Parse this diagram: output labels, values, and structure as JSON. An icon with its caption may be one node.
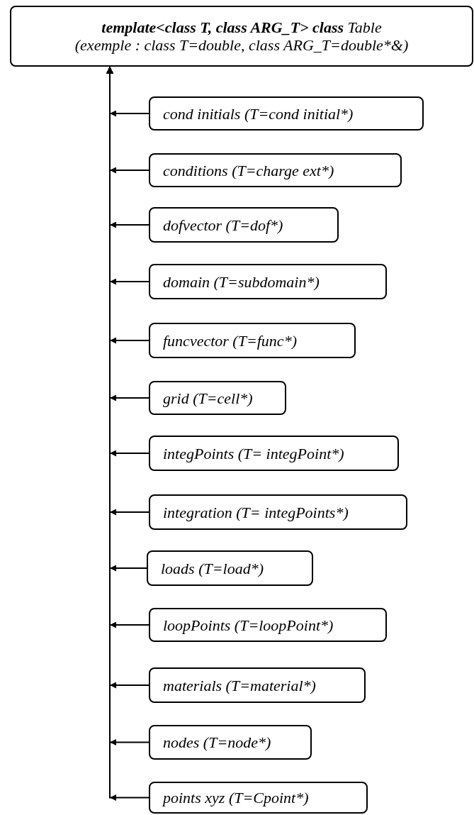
{
  "diagram": {
    "nodes": [
      {
        "text": [
          "**template<class T, class ARG_T> class** Table",
          "(exemple : class T=double, class ARG_T=double*&)"
        ]
      },
      {
        "text": [
          "cond initials (T=cond initial*)"
        ]
      },
      {
        "text": [
          "conditions (T=charge ext*)"
        ]
      },
      {
        "text": [
          "dofvector (T=dof*)"
        ]
      },
      {
        "text": [
          "domain (T=subdomain*)"
        ]
      },
      {
        "text": [
          "funcvector (T=func*)"
        ]
      },
      {
        "text": [
          "grid (T=cell*)"
        ]
      },
      {
        "text": [
          "integPoints (T= integPoint*)"
        ]
      },
      {
        "text": [
          "integration (T= integPoints*)"
        ]
      },
      {
        "text": [
          "loads (T=load*)"
        ]
      },
      {
        "text": [
          "loopPoints (T=loopPoint*)"
        ]
      },
      {
        "text": [
          "materials (T=material*)"
        ]
      },
      {
        "text": [
          "nodes (T=node*)"
        ]
      },
      {
        "text": [
          "points xyz (T=Cpoint*)"
        ]
      }
    ],
    "edges": [
      {
        "from": 1,
        "to": 0,
        "arrow": "to"
      },
      {
        "from": 2,
        "to": 0,
        "arrow": "to"
      },
      {
        "from": 3,
        "to": 0,
        "arrow": "to"
      },
      {
        "from": 4,
        "to": 0,
        "arrow": "to"
      },
      {
        "from": 5,
        "to": 0,
        "arrow": "to"
      },
      {
        "from": 6,
        "to": 0,
        "arrow": "to"
      },
      {
        "from": 7,
        "to": 0,
        "arrow": "to"
      },
      {
        "from": 8,
        "to": 0,
        "arrow": "to"
      },
      {
        "from": 9,
        "to": 0,
        "arrow": "to"
      },
      {
        "from": 10,
        "to": 0,
        "arrow": "to"
      },
      {
        "from": 11,
        "to": 0,
        "arrow": "to"
      },
      {
        "from": 12,
        "to": 0,
        "arrow": "to"
      },
      {
        "from": 13,
        "to": 0,
        "arrow": "to"
      }
    ]
  }
}
